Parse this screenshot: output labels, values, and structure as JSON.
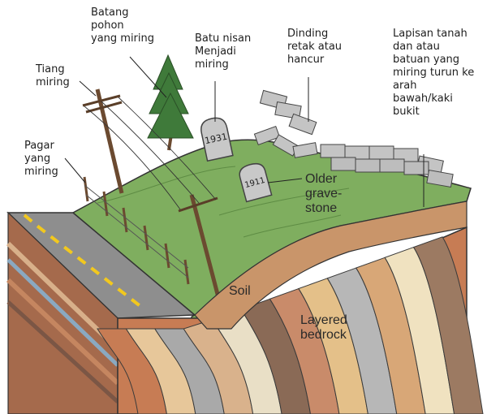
{
  "labels": {
    "batang": "Batang\npohon\nyang miring",
    "tiang": "Tiang\nmiring",
    "batu": "Batu nisan\nMenjadi\nmiring",
    "dinding": "Dinding\nretak atau\nhancur",
    "lapisan": "Lapisan tanah\ndan atau\nbatuan yang\nmiring turun ke\narah\nbawah/kaki\nbukit",
    "pagar": "Pagar\nyang\nmiring",
    "older": "Older\ngrave-\nstone",
    "soil": "Soil",
    "bedrock": "Layered\nbedrock"
  },
  "gravestones": {
    "front": "1931",
    "back": "1911"
  },
  "colors": {
    "grass": "#7fae5f",
    "soil": "#c9956a",
    "road": "#8e8e8e",
    "road_line": "#f2c81e"
  },
  "strata_colors": [
    "#c77c54",
    "#e7c79a",
    "#a9a9a9",
    "#d9b28c",
    "#e9dfc6",
    "#8a6a56",
    "#c98b6a",
    "#e4c089",
    "#b7b7b7",
    "#d8a777",
    "#f0e2c0",
    "#9c7a62"
  ]
}
